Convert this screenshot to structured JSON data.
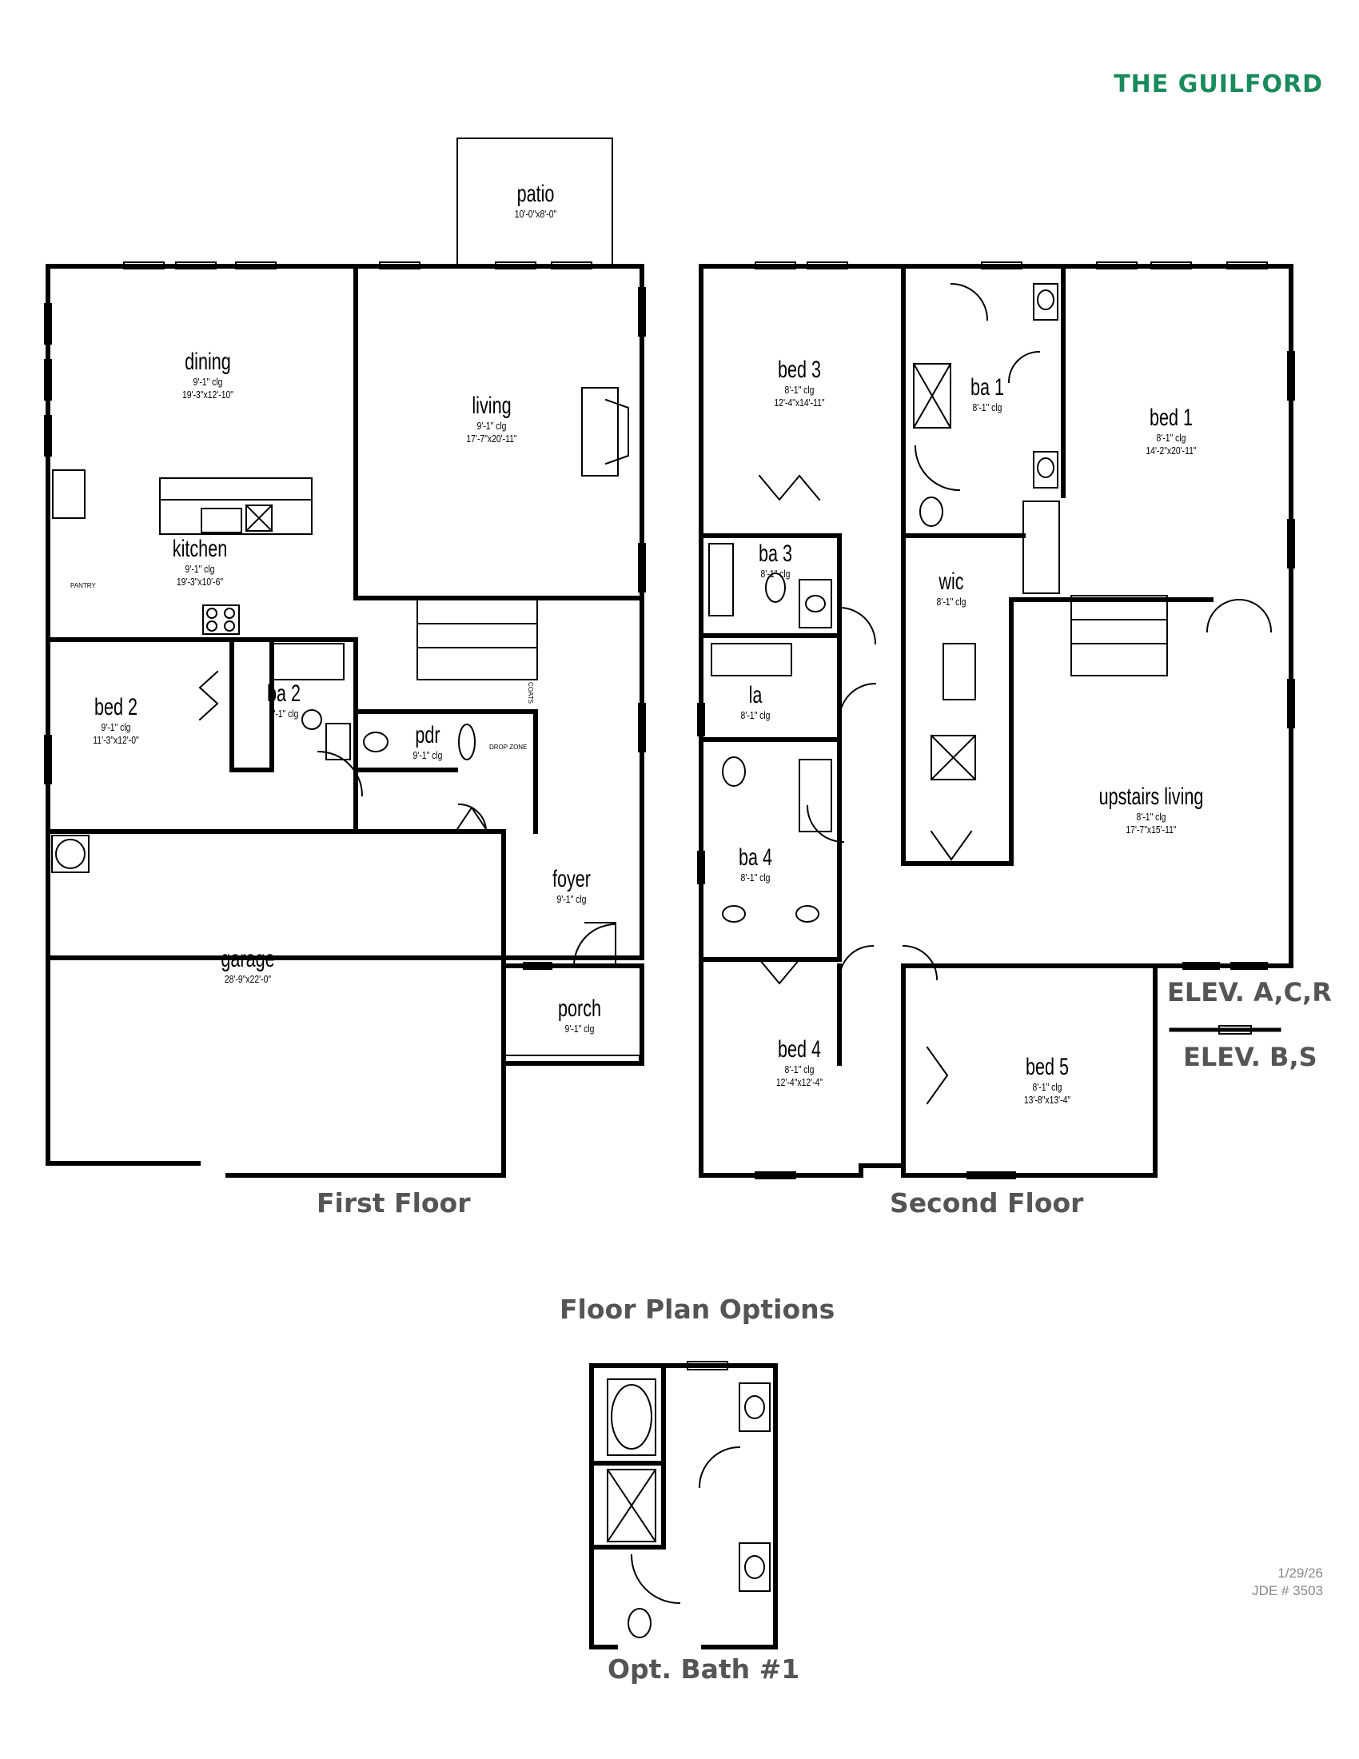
{
  "brand": {
    "title": "THE GUILFORD"
  },
  "first_floor": {
    "caption": "First Floor",
    "rooms": [
      {
        "key": "patio",
        "name": "patio",
        "size": "10'-0\"x8'-0\""
      },
      {
        "key": "dining",
        "name": "dining",
        "ceiling": "9'-1\" clg",
        "size": "19'-3\"x12'-10\""
      },
      {
        "key": "living",
        "name": "living",
        "ceiling": "9'-1\" clg",
        "size": "17'-7\"x20'-11\""
      },
      {
        "key": "kitchen",
        "name": "kitchen",
        "ceiling": "9'-1\" clg",
        "size": "19'-3\"x10'-6\""
      },
      {
        "key": "bed2",
        "name": "bed 2",
        "ceiling": "9'-1\" clg",
        "size": "11'-3\"x12'-0\""
      },
      {
        "key": "ba2",
        "name": "ba 2",
        "ceiling": "9'-1\" clg"
      },
      {
        "key": "pdr",
        "name": "pdr",
        "ceiling": "9'-1\" clg"
      },
      {
        "key": "foyer",
        "name": "foyer",
        "ceiling": "9'-1\" clg"
      },
      {
        "key": "garage",
        "name": "garage",
        "size": "28'-9\"x22'-0\""
      },
      {
        "key": "porch",
        "name": "porch",
        "ceiling": "9'-1\" clg"
      }
    ],
    "small_labels": {
      "pantry": "PANTRY",
      "drop_zone": "DROP ZONE",
      "coats": "COATS"
    }
  },
  "second_floor": {
    "caption": "Second Floor",
    "rooms": [
      {
        "key": "bed3",
        "name": "bed 3",
        "ceiling": "8'-1\" clg",
        "size": "12'-4\"x14'-11\""
      },
      {
        "key": "ba1",
        "name": "ba 1",
        "ceiling": "8'-1\" clg"
      },
      {
        "key": "bed1",
        "name": "bed 1",
        "ceiling": "8'-1\" clg",
        "size": "14'-2\"x20'-11\""
      },
      {
        "key": "ba3",
        "name": "ba 3",
        "ceiling": "8'-1\" clg"
      },
      {
        "key": "wic",
        "name": "wic",
        "ceiling": "8'-1\" clg"
      },
      {
        "key": "la",
        "name": "la",
        "ceiling": "8'-1\" clg"
      },
      {
        "key": "upstairs",
        "name": "upstairs living",
        "ceiling": "8'-1\" clg",
        "size": "17'-7\"x15'-11\""
      },
      {
        "key": "ba4",
        "name": "ba 4",
        "ceiling": "8'-1\" clg"
      },
      {
        "key": "bed4",
        "name": "bed 4",
        "ceiling": "8'-1\" clg",
        "size": "12'-4\"x12'-4\""
      },
      {
        "key": "bed5",
        "name": "bed 5",
        "ceiling": "8'-1\" clg",
        "size": "13'-8\"x13'-4\""
      }
    ],
    "elevations": [
      "ELEV. A,C,R",
      "ELEV. B,S"
    ]
  },
  "options": {
    "heading": "Floor Plan Options",
    "caption": "Opt. Bath #1"
  },
  "meta": {
    "date": "1/29/26",
    "jde": "JDE # 3503"
  },
  "colors": {
    "brand": "#1a8a5c",
    "caption": "#555555",
    "wall": "#000000"
  }
}
